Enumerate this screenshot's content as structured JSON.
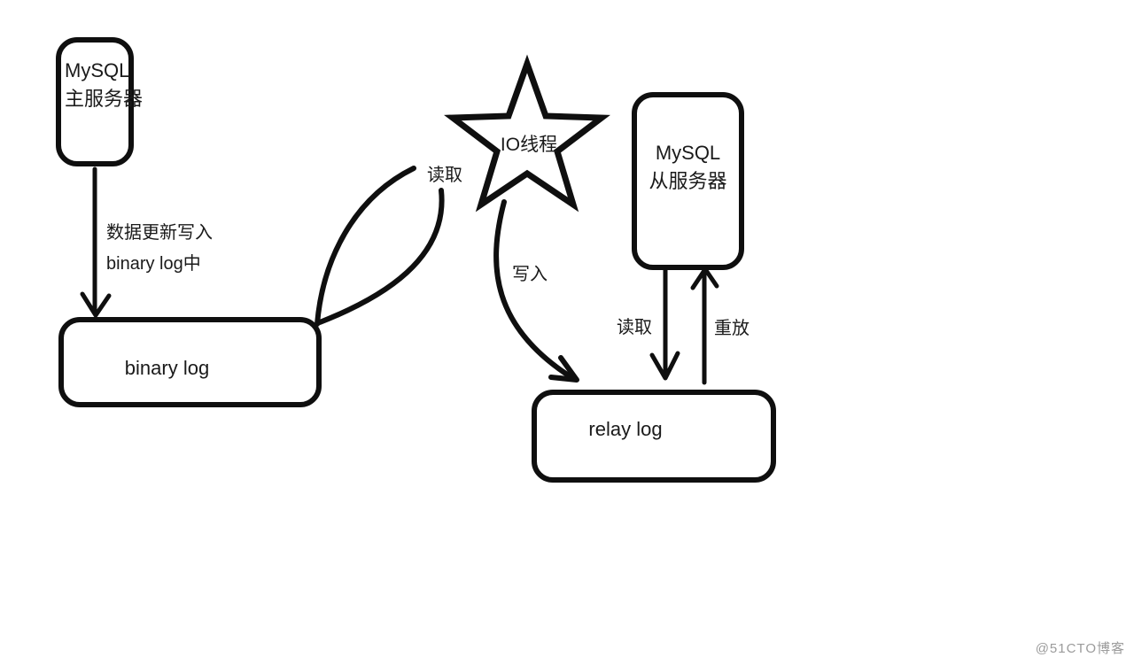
{
  "diagram": {
    "master": {
      "title": "MySQL",
      "subtitle": "主服务器"
    },
    "slave": {
      "title": "MySQL",
      "subtitle": "从服务器"
    },
    "binary_log": {
      "label": "binary log"
    },
    "relay_log": {
      "label": "relay log"
    },
    "io_thread": {
      "label": "IO线程"
    },
    "labels": {
      "master_write_line1": "数据更新写入",
      "master_write_line2": "binary log中",
      "io_read": "读取",
      "io_write": "写入",
      "slave_read": "读取",
      "slave_replay": "重放"
    },
    "colors": {
      "ink": "#0f0f0f",
      "background": "#ffffff",
      "watermark": "#9b9b9b"
    }
  },
  "watermark": {
    "text": "@51CTO博客"
  }
}
